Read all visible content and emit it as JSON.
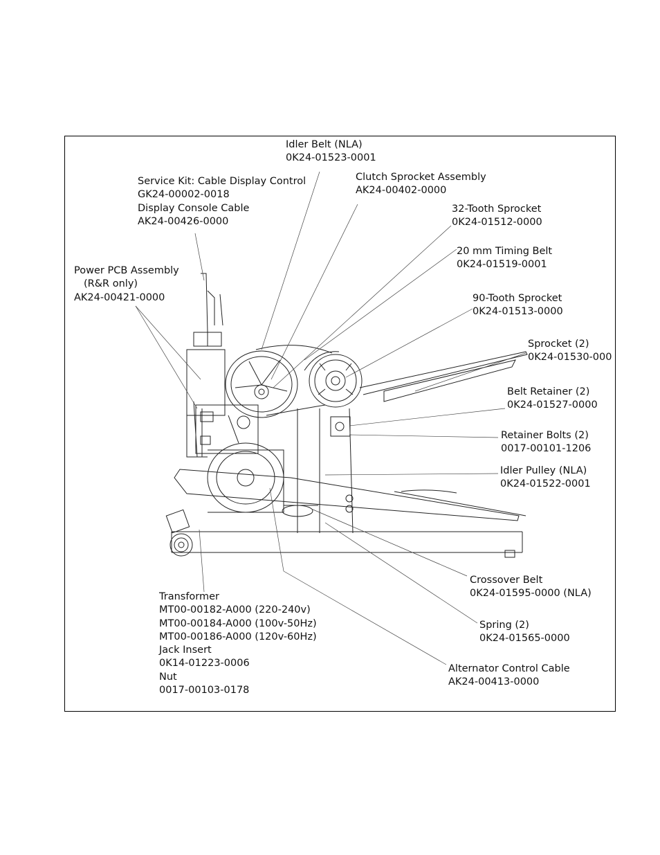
{
  "callouts": {
    "idler_belt": {
      "name": "Idler Belt (NLA)",
      "part": "0K24-01523-0001"
    },
    "clutch_sprocket": {
      "name": "Clutch Sprocket Assembly",
      "part": "AK24-00402-0000"
    },
    "service_kit": {
      "name": "Service Kit: Cable Display Control",
      "part": "GK24-00002-0018"
    },
    "display_cable": {
      "name": "Display Console Cable",
      "part": "AK24-00426-0000"
    },
    "sprocket_32": {
      "name": "32-Tooth Sprocket",
      "part": "0K24-01512-0000"
    },
    "timing_belt": {
      "name": "20 mm Timing Belt",
      "part": "0K24-01519-0001"
    },
    "power_pcb": {
      "name": "Power PCB Assembly",
      "note": "(R&R only)",
      "part": "AK24-00421-0000"
    },
    "sprocket_90": {
      "name": "90-Tooth Sprocket",
      "part": "0K24-01513-0000"
    },
    "sprocket_2": {
      "name": "Sprocket (2)",
      "part": "0K24-01530-000"
    },
    "belt_retainer": {
      "name": "Belt Retainer (2)",
      "part": "0K24-01527-0000"
    },
    "retainer_bolts": {
      "name": "Retainer Bolts (2)",
      "part": "0017-00101-1206"
    },
    "idler_pulley": {
      "name": "Idler Pulley (NLA)",
      "part": "0K24-01522-0001"
    },
    "crossover_belt": {
      "name": "Crossover Belt",
      "part": "0K24-01595-0000 (NLA)"
    },
    "spring": {
      "name": "Spring (2)",
      "part": "0K24-01565-0000"
    },
    "alternator_cable": {
      "name": "Alternator Control Cable",
      "part": "AK24-00413-0000"
    },
    "transformer": {
      "name": "Transformer",
      "part1": "MT00-00182-A000 (220-240v)",
      "part2": "MT00-00184-A000 (100v-50Hz)",
      "part3": "MT00-00186-A000 (120v-60Hz)"
    },
    "jack_insert": {
      "name": "Jack Insert",
      "part": "0K14-01223-0006"
    },
    "nut": {
      "name": "Nut",
      "part": "0017-00103-0178"
    }
  }
}
